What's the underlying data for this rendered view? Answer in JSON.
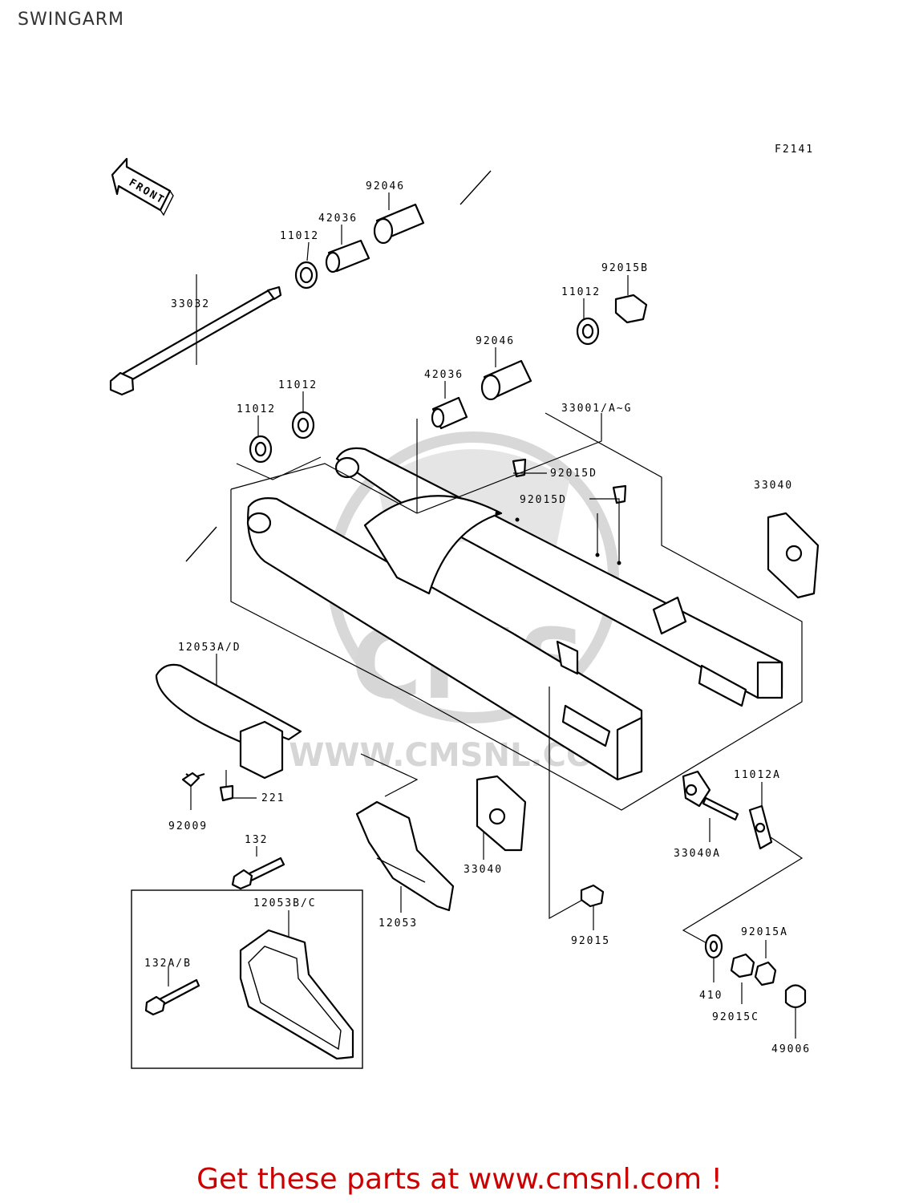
{
  "title": "SWINGARM",
  "figure_code": "F2141",
  "front_label": "FRONT",
  "watermark": {
    "logo_text": "CMS",
    "url_text": "WWW.CMSNL.COM"
  },
  "labels": [
    {
      "id": "92046-top",
      "text": "92046"
    },
    {
      "id": "42036-top",
      "text": "42036"
    },
    {
      "id": "11012-top",
      "text": "11012"
    },
    {
      "id": "33032",
      "text": "33032"
    },
    {
      "id": "92015b",
      "text": "92015B"
    },
    {
      "id": "11012-right",
      "text": "11012"
    },
    {
      "id": "92046-mid",
      "text": "92046"
    },
    {
      "id": "42036-mid",
      "text": "42036"
    },
    {
      "id": "11012-mid1",
      "text": "11012"
    },
    {
      "id": "11012-mid2",
      "text": "11012"
    },
    {
      "id": "33001",
      "text": "33001/A~G"
    },
    {
      "id": "92015d-1",
      "text": "92015D"
    },
    {
      "id": "92015d-2",
      "text": "92015D"
    },
    {
      "id": "33040-right",
      "text": "33040"
    },
    {
      "id": "12053ad",
      "text": "12053A/D"
    },
    {
      "id": "221",
      "text": "221"
    },
    {
      "id": "92009",
      "text": "92009"
    },
    {
      "id": "132",
      "text": "132"
    },
    {
      "id": "33040-bottom",
      "text": "33040"
    },
    {
      "id": "12053",
      "text": "12053"
    },
    {
      "id": "92015",
      "text": "92015"
    },
    {
      "id": "11012a",
      "text": "11012A"
    },
    {
      "id": "33040a",
      "text": "33040A"
    },
    {
      "id": "92015a",
      "text": "92015A"
    },
    {
      "id": "410",
      "text": "410"
    },
    {
      "id": "92015c",
      "text": "92015C"
    },
    {
      "id": "49006",
      "text": "49006"
    },
    {
      "id": "12053bc",
      "text": "12053B/C"
    },
    {
      "id": "132ab",
      "text": "132A/B"
    }
  ],
  "cta": "Get these parts at www.cmsnl.com !",
  "colors": {
    "cta": "#cc0000",
    "watermark": "#cfcfcf",
    "line": "#000000"
  }
}
